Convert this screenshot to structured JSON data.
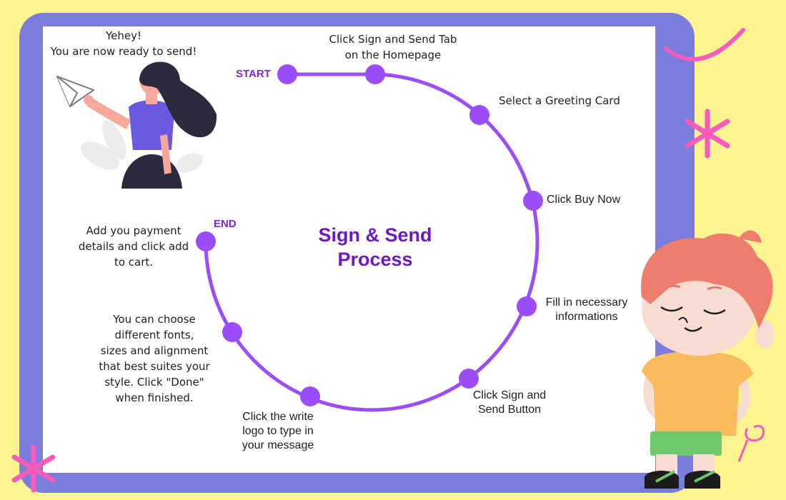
{
  "title": "Sign & Send\nProcess",
  "start_label": "START",
  "end_label": "END",
  "greeting": "Yehey!\nYou are now ready to send!",
  "steps": [
    "Click Sign and Send Tab\non the Homepage",
    "Select a Greeting Card",
    "Click Buy Now",
    "Fill in necessary\ninformations",
    "Click Sign and\nSend Button",
    "Click the write\nlogo to type in\nyour message",
    "You can choose\ndifferent fonts,\nsizes and alignment\nthat best suites your\nstyle. Click \"Done\"\nwhen finished.",
    "Add you payment\ndetails and click add\nto cart."
  ],
  "colors": {
    "background": "#fdf391",
    "frame": "#7b7ddc",
    "panel": "#ffffff",
    "accent_purple": "#9b4dfa",
    "title_purple": "#6d19c3",
    "pink": "#f75bbb"
  },
  "illustrations": [
    "paper-plane-icon",
    "woman-illustration",
    "boy-illustration"
  ]
}
